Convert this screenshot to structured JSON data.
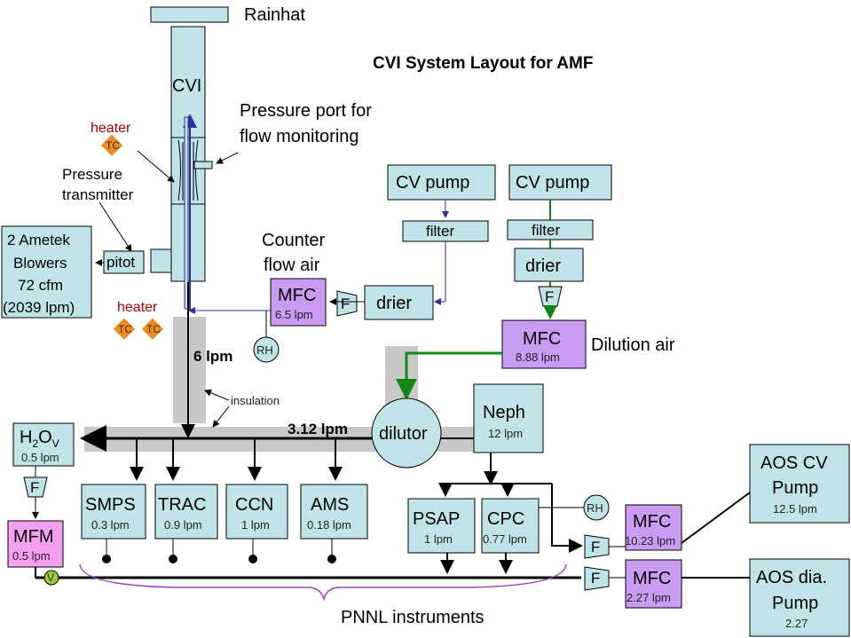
{
  "title": "CVI System Layout for AMF",
  "labels": {
    "rainhat": "Rainhat",
    "cvi": "CVI",
    "pressure_port_1": "Pressure port for",
    "pressure_port_2": "flow monitoring",
    "heater_top": "heater",
    "heater_bottom": "heater",
    "tc": "TC",
    "pressure_transmitter_1": "Pressure",
    "pressure_transmitter_2": "transmitter",
    "blowers_1": "2 Ametek",
    "blowers_2": "Blowers",
    "blowers_3": "72 cfm",
    "blowers_4": "(2039 lpm)",
    "pitot": "pitot",
    "counter_flow_1": "Counter",
    "counter_flow_2": "flow air",
    "mfc": "MFC",
    "mfc_counter_flow": "6.5 lpm",
    "f": "F",
    "drier": "drier",
    "filter": "filter",
    "cv_pump": "CV pump",
    "rh": "RH",
    "six_lpm": "6 lpm",
    "insulation": "insulation",
    "dilution_air": "Dilution air",
    "mfc_dilution": "8.88 lpm",
    "dilutor": "dilutor",
    "neph": "Neph",
    "neph_flow": "12 lpm",
    "main_flow": "3.12 lpm",
    "h2o_main": "H",
    "h2o_sub": "2",
    "h2o_o": "O",
    "h2o_v": "V",
    "h2o_flow": "0.5 lpm",
    "mfm": "MFM",
    "mfm_flow": "0.5 lpm",
    "v": "V",
    "instruments": [
      {
        "name": "SMPS",
        "flow": "0.3 lpm"
      },
      {
        "name": "TRAC",
        "flow": "0.9 lpm"
      },
      {
        "name": "CCN",
        "flow": "1 lpm"
      },
      {
        "name": "AMS",
        "flow": "0.18 lpm"
      },
      {
        "name": "PSAP",
        "flow": "1 lpm"
      },
      {
        "name": "CPC",
        "flow": "0.77 lpm"
      }
    ],
    "mfc_aos_cv": "10.23 lpm",
    "mfc_aos_dia": "2.27 lpm",
    "aos_cv_1": "AOS CV",
    "aos_cv_2": "Pump",
    "aos_cv_flow": "12.5 lpm",
    "aos_dia_1": "AOS dia.",
    "aos_dia_2": "Pump",
    "aos_dia_flow": "2.27",
    "pnnl": "PNNL instruments"
  },
  "colors": {
    "box": "#bfe3e6",
    "mfc": "#c99bf2",
    "mfm": "#f3a0f0",
    "tc": "#f08a1c",
    "insulation": "#c8c8c8",
    "blue_line": "#3030a0",
    "green_line": "#118811",
    "valve": "#9acd32"
  }
}
